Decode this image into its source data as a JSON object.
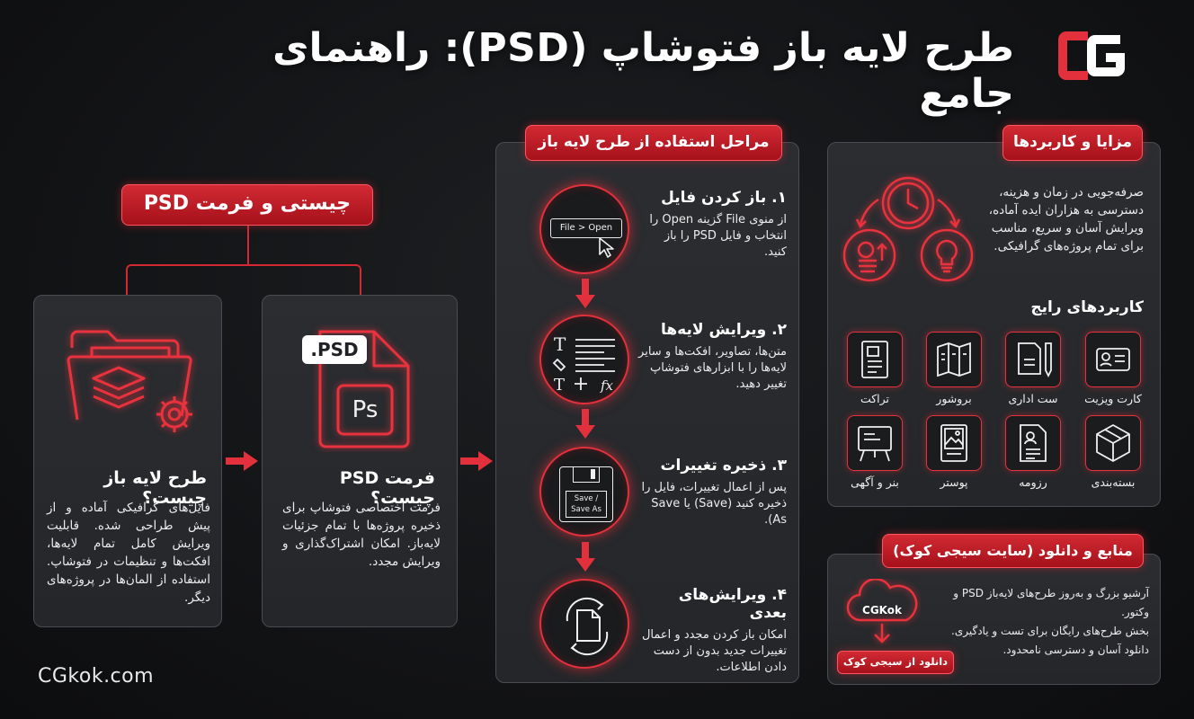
{
  "title": "طرح لایه باز فتوشاپ (PSD): راهنمای جامع",
  "logo_text": "CG",
  "footer_site": "CGkok.com",
  "section_psd": {
    "pill": "چیستی و فرمت PSD",
    "card_psd": {
      "title": "فرمت PSD چیست؟",
      "badge": ".PSD",
      "ps_label": "Ps",
      "text": "فرمت اختصاصی فتوشاپ برای ذخیره پروژه‌ها با تمام جزئیات لایه‌باز. امکان اشتراک‌گذاری و ویرایش مجدد."
    },
    "card_layered": {
      "title": "طرح لایه باز چیست؟",
      "text": "فایل‌های گرافیکی آماده و از پیش طراحی شده. قابلیت ویرایش کامل تمام لایه‌ها، افکت‌ها و تنظیمات در فتوشاپ. استفاده از المان‌ها در پروژه‌های دیگر."
    }
  },
  "steps": {
    "pill": "مراحل استفاده از طرح لایه باز",
    "items": [
      {
        "title": "۱. باز کردن فایل",
        "text": "از منوی File گزینه Open را انتخاب و فایل PSD را باز کنید.",
        "icon_text": "File > Open"
      },
      {
        "title": "۲. ویرایش لایه‌ها",
        "text": "متن‌ها، تصاویر، افکت‌ها و سایر لایه‌ها را با ابزارهای فتوشاپ تغییر دهید.",
        "icon_text": "fx"
      },
      {
        "title": "۳. ذخیره تغییرات",
        "text": "پس از اعمال تغییرات، فایل را ذخیره کنید (Save) یا Save As).",
        "icon_text": "Save / Save As"
      },
      {
        "title": "۴. ویرایش‌های بعدی",
        "text": "امکان باز کردن مجدد و اعمال تغییرات جدید بدون از دست دادن اطلاعات.",
        "icon_text": ""
      }
    ]
  },
  "benefits": {
    "pill": "مزایا و کاربردها",
    "text": "صرفه‌جویی در زمان و هزینه، دسترسی به هزاران ایده آماده، ویرایش آسان و سریع، مناسب برای تمام پروژه‌های گرافیکی.",
    "usages_title": "کاربردهای رایج",
    "usages": [
      {
        "label": "کارت ویزیت",
        "icon": "business-card-icon"
      },
      {
        "label": "ست اداری",
        "icon": "office-set-icon"
      },
      {
        "label": "بروشور",
        "icon": "brochure-icon"
      },
      {
        "label": "تراکت",
        "icon": "flyer-icon"
      },
      {
        "label": "بسته‌بندی",
        "icon": "package-icon"
      },
      {
        "label": "رزومه",
        "icon": "resume-icon"
      },
      {
        "label": "پوستر",
        "icon": "poster-icon"
      },
      {
        "label": "بنر و آگهی",
        "icon": "banner-icon"
      }
    ]
  },
  "resources": {
    "pill": "منابع و دانلود (سایت سیجی کوک)",
    "cloud_label": "CGKok",
    "download_button": "دانلود از سیجی کوک",
    "lines": [
      "آرشیو بزرگ و به‌روز طرح‌های لایه‌باز PSD و وکتور.",
      "بخش طرح‌های رایگان برای تست و یادگیری.",
      "دانلود آسان و دسترسی نامحدود."
    ]
  },
  "colors": {
    "accent": "#e2313c",
    "background": "#151618",
    "card": "#2a2c30"
  }
}
